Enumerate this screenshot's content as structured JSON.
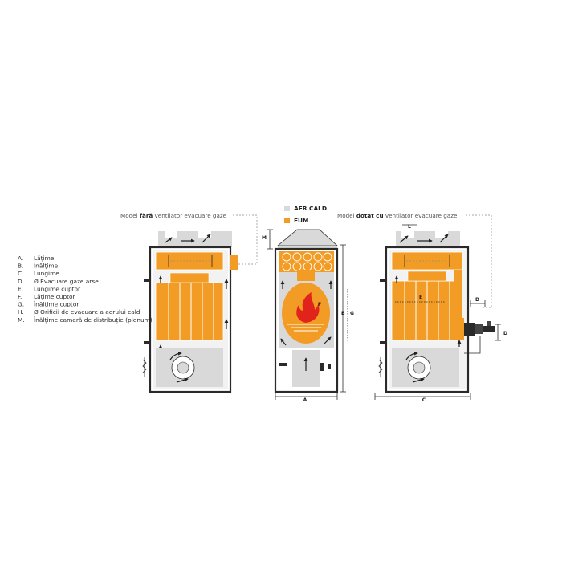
{
  "legend": {
    "hot_air": {
      "label": "AER CALD",
      "color": "#d9d9d9"
    },
    "smoke": {
      "label": "FUM",
      "color": "#f39c25"
    }
  },
  "captions": {
    "left": {
      "pre": "Model ",
      "bold": "fără",
      "post": " ventilator evacuare gaze"
    },
    "right": {
      "pre": "Model ",
      "bold": "dotat cu",
      "post": " ventilator evacuare gaze"
    }
  },
  "key": [
    {
      "letter": "A.",
      "text": "Lățime"
    },
    {
      "letter": "B.",
      "text": "Înălțime"
    },
    {
      "letter": "C.",
      "text": "Lungime"
    },
    {
      "letter": "D.",
      "text": "Ø Evacuare gaze arse"
    },
    {
      "letter": "E.",
      "text": "Lungime cuptor"
    },
    {
      "letter": "F.",
      "text": "Lățime cuptor"
    },
    {
      "letter": "G.",
      "text": "Înălțime cuptor"
    },
    {
      "letter": "H.",
      "text": "Ø Orificii de evacuare a aerului cald"
    },
    {
      "letter": "M.",
      "text": "Înălțime cameră de distribuție (plenum)"
    }
  ],
  "dimension_labels": {
    "A": "A",
    "B": "B",
    "C": "C",
    "D": "D",
    "E": "E",
    "F": "F",
    "G": "G",
    "L": "L",
    "M": "M"
  },
  "colors": {
    "accent": "#f39c25",
    "hot_air": "#d9d9d9",
    "flame": "#e0231b",
    "frame": "#2a2a2a"
  },
  "icons": [
    "flame-icon",
    "fan-icon",
    "arrow-icon",
    "burner-icon"
  ]
}
